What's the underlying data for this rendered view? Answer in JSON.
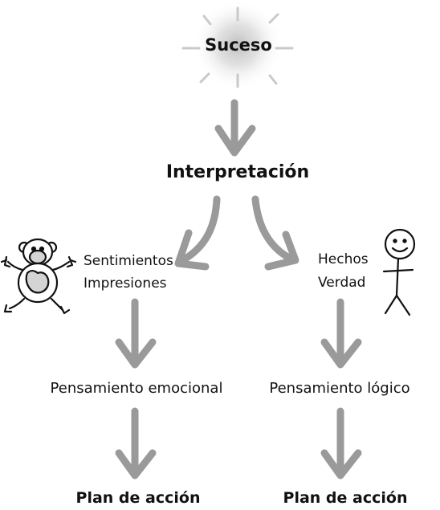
{
  "diagram": {
    "event": "Suceso",
    "interpretation": "Interpretación",
    "left_branch": {
      "line1": "Sentimientos",
      "line2": "Impresiones",
      "thinking": "Pensamiento emocional",
      "action": "Plan de acción",
      "icon": "monkey-icon"
    },
    "right_branch": {
      "line1": "Hechos",
      "line2": "Verdad",
      "thinking": "Pensamiento lógico",
      "action": "Plan de acción",
      "icon": "stick-figure-icon"
    },
    "colors": {
      "arrow": "#9a9a9a",
      "text": "#111111",
      "glow": "#b8b8b8",
      "monkey_face": "#d4d4d4"
    }
  }
}
